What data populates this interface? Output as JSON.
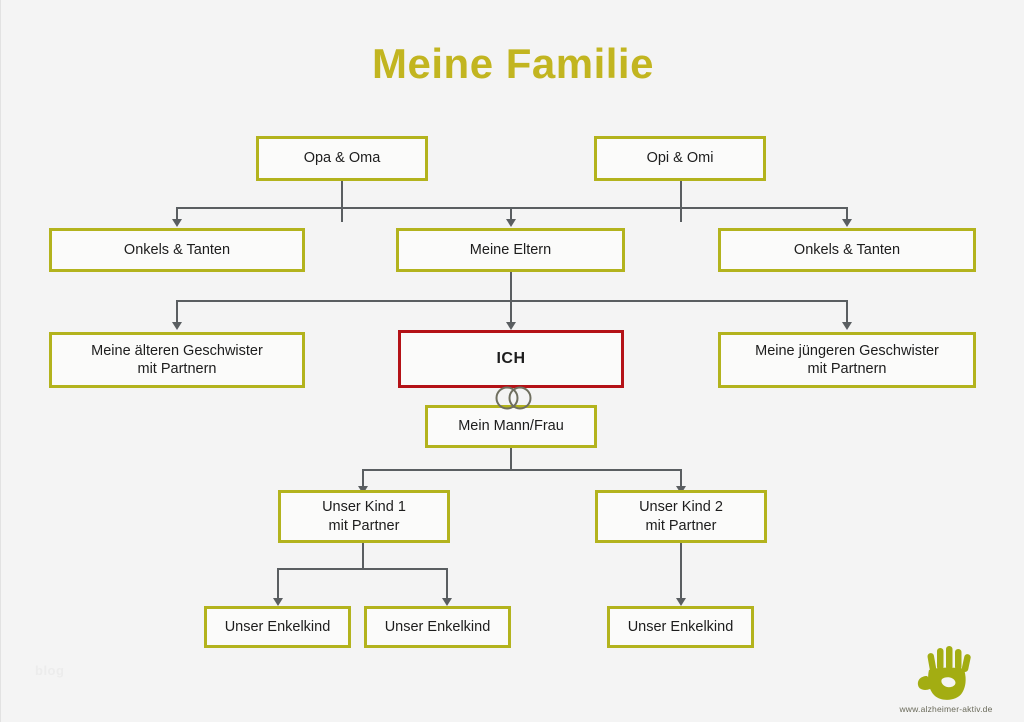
{
  "page": {
    "title": "Meine Familie",
    "background_color": "#f4f4f4",
    "accent_color": "#b3b31d",
    "highlight_color": "#b41217",
    "connector_color": "#5a5e61",
    "watermark_text": "blog"
  },
  "nodes": {
    "grandparents_left": {
      "label": "Opa & Oma"
    },
    "grandparents_right": {
      "label": "Opi & Omi"
    },
    "uncles_left": {
      "label": "Onkels & Tanten"
    },
    "parents": {
      "label": "Meine Eltern"
    },
    "uncles_right": {
      "label": "Onkels & Tanten"
    },
    "siblings_older": {
      "line1": "Meine älteren Geschwister",
      "line2": "mit Partnern"
    },
    "me": {
      "label": "ICH"
    },
    "siblings_younger": {
      "line1": "Meine jüngeren Geschwister",
      "line2": "mit Partnern"
    },
    "spouse": {
      "label": "Mein Mann/Frau"
    },
    "child_1": {
      "line1": "Unser Kind 1",
      "line2": "mit Partner"
    },
    "child_2": {
      "line1": "Unser Kind 2",
      "line2": "mit Partner"
    },
    "grandchild_1": {
      "label": "Unser Enkelkind"
    },
    "grandchild_2": {
      "label": "Unser Enkelkind"
    },
    "grandchild_3": {
      "label": "Unser Enkelkind"
    }
  },
  "logo": {
    "url_text": "www.alzheimer-aktiv.de",
    "icon": "handprint-icon",
    "color": "#a3ad12"
  },
  "marriage_symbol": {
    "icon": "wedding-rings-icon",
    "ring_color": "#6f6f5f"
  }
}
